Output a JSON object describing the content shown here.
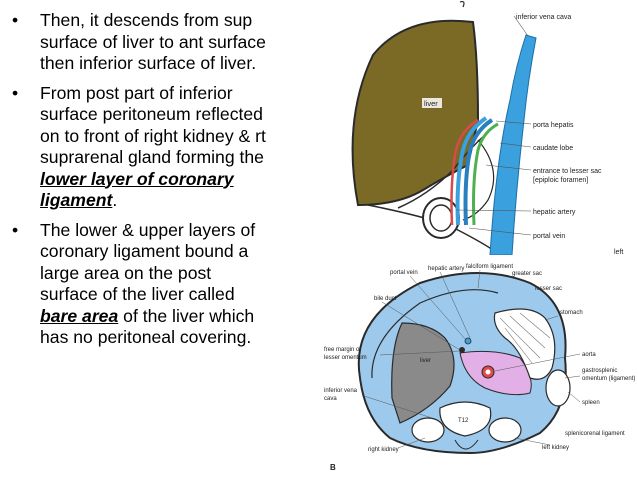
{
  "bullets": [
    {
      "text": "Then, it descends from sup surface of liver to ant surface then inferior surface of liver.",
      "lines": [
        "Then, it descends from sup",
        "surface of liver to ant surface",
        "then inferior surface of liver."
      ]
    },
    {
      "text": "From post part of inferior surface peritoneum reflected on to front of right kidney & rt suprarenal gland forming the lower layer of coronary ligament.",
      "lines": [
        "From post part of inferior",
        "surface peritoneum reflected",
        "on to front of right kidney & rt",
        "suprarenal gland forming the"
      ],
      "emphasis": [
        "lower layer of coronary",
        "ligament"
      ],
      "trailing": "."
    },
    {
      "text": "The lower & upper layers of coronary ligament bound a large area on the post surface of the liver called bare area of the liver which has no peritoneal covering.",
      "lines": [
        "The lower & upper layers of",
        "coronary ligament bound a",
        "large area on the post",
        "surface of the liver called"
      ],
      "emphasis": "bare area",
      "after_emphasis": " of the liver which",
      "last_line": "has no peritoneal covering."
    }
  ],
  "figure_a": {
    "labels": {
      "ivc": "inferior vena cava",
      "liver": "liver",
      "porta": "porta hepatis",
      "caudate": "caudate lobe",
      "entrance1": "entrance to lesser sac",
      "entrance2": "[epiploic foramen]",
      "hepatic_artery": "hepatic artery",
      "portal_vein": "portal vein",
      "left": "left"
    }
  },
  "figure_b": {
    "labels": {
      "falciform": "falciform ligament",
      "portal_vein": "portal vein",
      "hepatic_artery": "hepatic artery",
      "greater_sac": "greater sac",
      "lesser_sac": "lesser sac",
      "bile_duct": "bile duct",
      "stomach": "stomach",
      "free_margin1": "free margin of",
      "free_margin2": "lesser omentum",
      "liver": "liver",
      "aorta": "aorta",
      "gastrosplenic1": "gastrosplenic",
      "gastrosplenic2": "omentum (ligament)",
      "ivc1": "inferior vena",
      "ivc2": "cava",
      "t12": "T12",
      "spleen": "spleen",
      "splenicorenal": "splenicorenal ligament",
      "right_kidney": "right kidney",
      "left_kidney": "left kidney",
      "letter": "B"
    }
  },
  "colors": {
    "liver": "#7a6a25",
    "ivc": "#3aa0de",
    "peritoneum_blue": "#9cc9ec",
    "lesser_sac_pink": "#e2b0e6",
    "liver_gray": "#8a8a8a"
  }
}
